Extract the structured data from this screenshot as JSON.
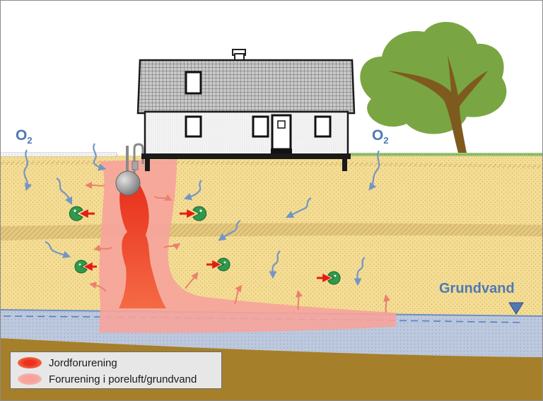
{
  "labels": {
    "o2_main": "O",
    "o2_sub": "2",
    "groundwater": "Grundvand"
  },
  "legend": {
    "items": [
      {
        "label": "Jordforurening"
      },
      {
        "label": "Forurening i poreluft/grundvand"
      }
    ]
  },
  "colors": {
    "soil": "#f4dc93",
    "groundwater": "#bcc8dd",
    "bedrock": "#a67f2b",
    "soil_contamination": "#f04a33",
    "pore_air_contamination": "#f6a39b",
    "oxygen_arrow": "#7496c4",
    "microbe": "#2f9a4c",
    "tree_canopy": "#79a642",
    "tree_trunk": "#7f5a1f",
    "roof": "#8c8c8c"
  }
}
